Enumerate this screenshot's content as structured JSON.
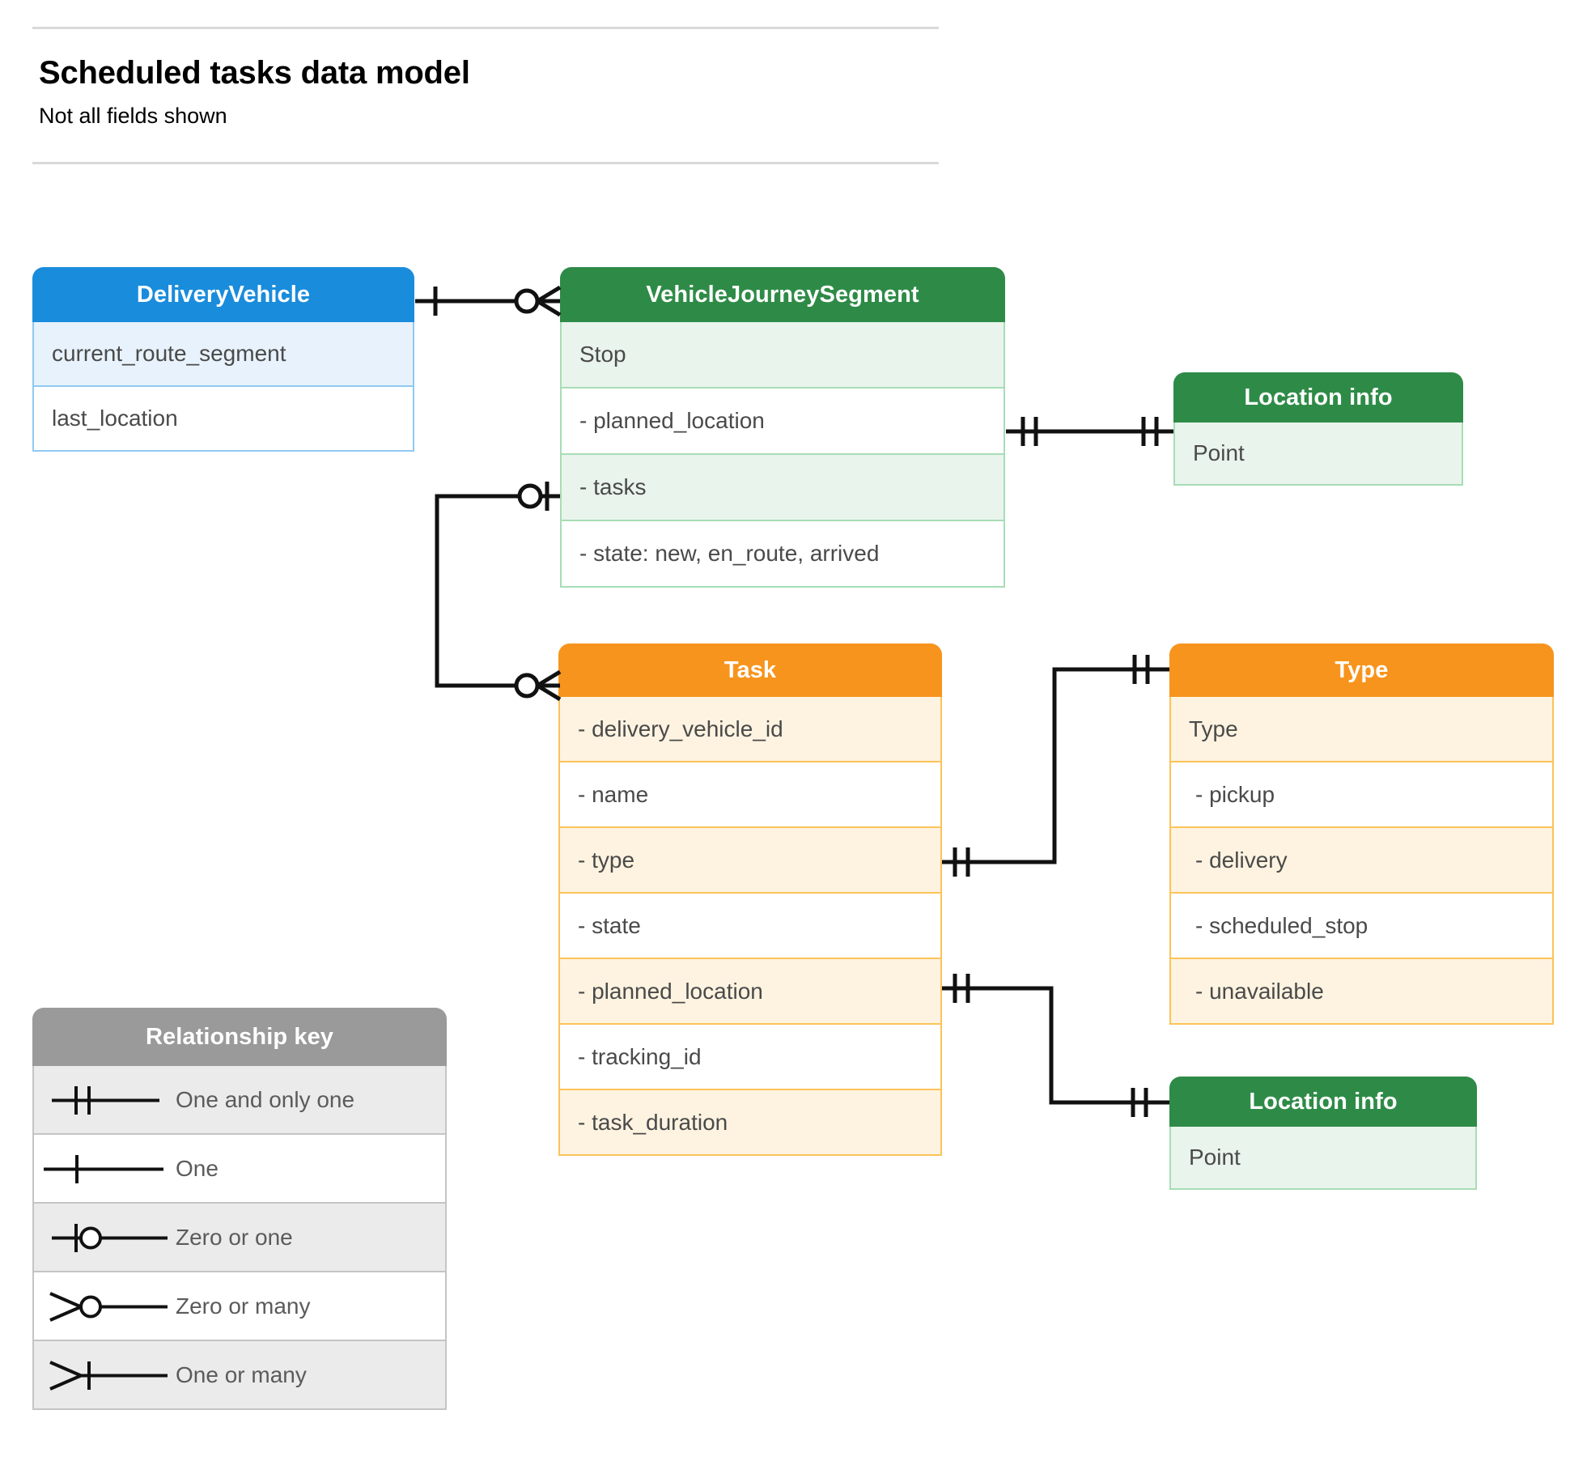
{
  "header": {
    "title": "Scheduled tasks data model",
    "subtitle": "Not all fields shown"
  },
  "entities": [
    {
      "id": "delivery-vehicle",
      "name": "DeliveryVehicle",
      "color": "#1a8cdc",
      "rows": [
        "current_route_segment",
        "last_location"
      ]
    },
    {
      "id": "vehicle-journey-segment",
      "name": "VehicleJourneySegment",
      "color": "#2e8b47",
      "rows": [
        "Stop",
        "-  planned_location",
        "- tasks",
        "- state: new, en_route, arrived"
      ]
    },
    {
      "id": "location-info-top",
      "name": "Location info",
      "color": "#2e8b47",
      "rows": [
        "Point"
      ]
    },
    {
      "id": "task",
      "name": "Task",
      "color": "#f7941d",
      "rows": [
        "- delivery_vehicle_id",
        "- name",
        "- type",
        "- state",
        "- planned_location",
        "- tracking_id",
        "- task_duration"
      ]
    },
    {
      "id": "type",
      "name": "Type",
      "color": "#f7941d",
      "rows": [
        "Type",
        "-   pickup",
        "-   delivery",
        "-   scheduled_stop",
        "-   unavailable"
      ]
    },
    {
      "id": "location-info-bottom",
      "name": "Location info",
      "color": "#2e8b47",
      "rows": [
        "Point"
      ]
    }
  ],
  "legend": {
    "title": "Relationship key",
    "color": "#9a9a9a",
    "items": [
      {
        "symbol": "one-and-only-one",
        "label": "One and only one"
      },
      {
        "symbol": "one",
        "label": "One"
      },
      {
        "symbol": "zero-or-one",
        "label": "Zero or one"
      },
      {
        "symbol": "zero-or-many",
        "label": "Zero or many"
      },
      {
        "symbol": "one-or-many",
        "label": "One or many"
      }
    ]
  },
  "relationships": [
    {
      "from": "delivery-vehicle",
      "from_cardinality": "one",
      "to": "vehicle-journey-segment",
      "to_cardinality": "zero-or-many"
    },
    {
      "from": "vehicle-journey-segment",
      "from_cardinality": "zero-or-one",
      "to": "task",
      "to_cardinality": "zero-or-many"
    },
    {
      "from": "vehicle-journey-segment",
      "from_cardinality": "one-and-only-one",
      "to": "location-info-top",
      "to_cardinality": "one-and-only-one"
    },
    {
      "from": "task",
      "from_cardinality": "one-and-only-one",
      "to": "type",
      "to_cardinality": "one-and-only-one"
    },
    {
      "from": "task",
      "from_cardinality": "one-and-only-one",
      "to": "location-info-bottom",
      "to_cardinality": "one-and-only-one"
    }
  ]
}
